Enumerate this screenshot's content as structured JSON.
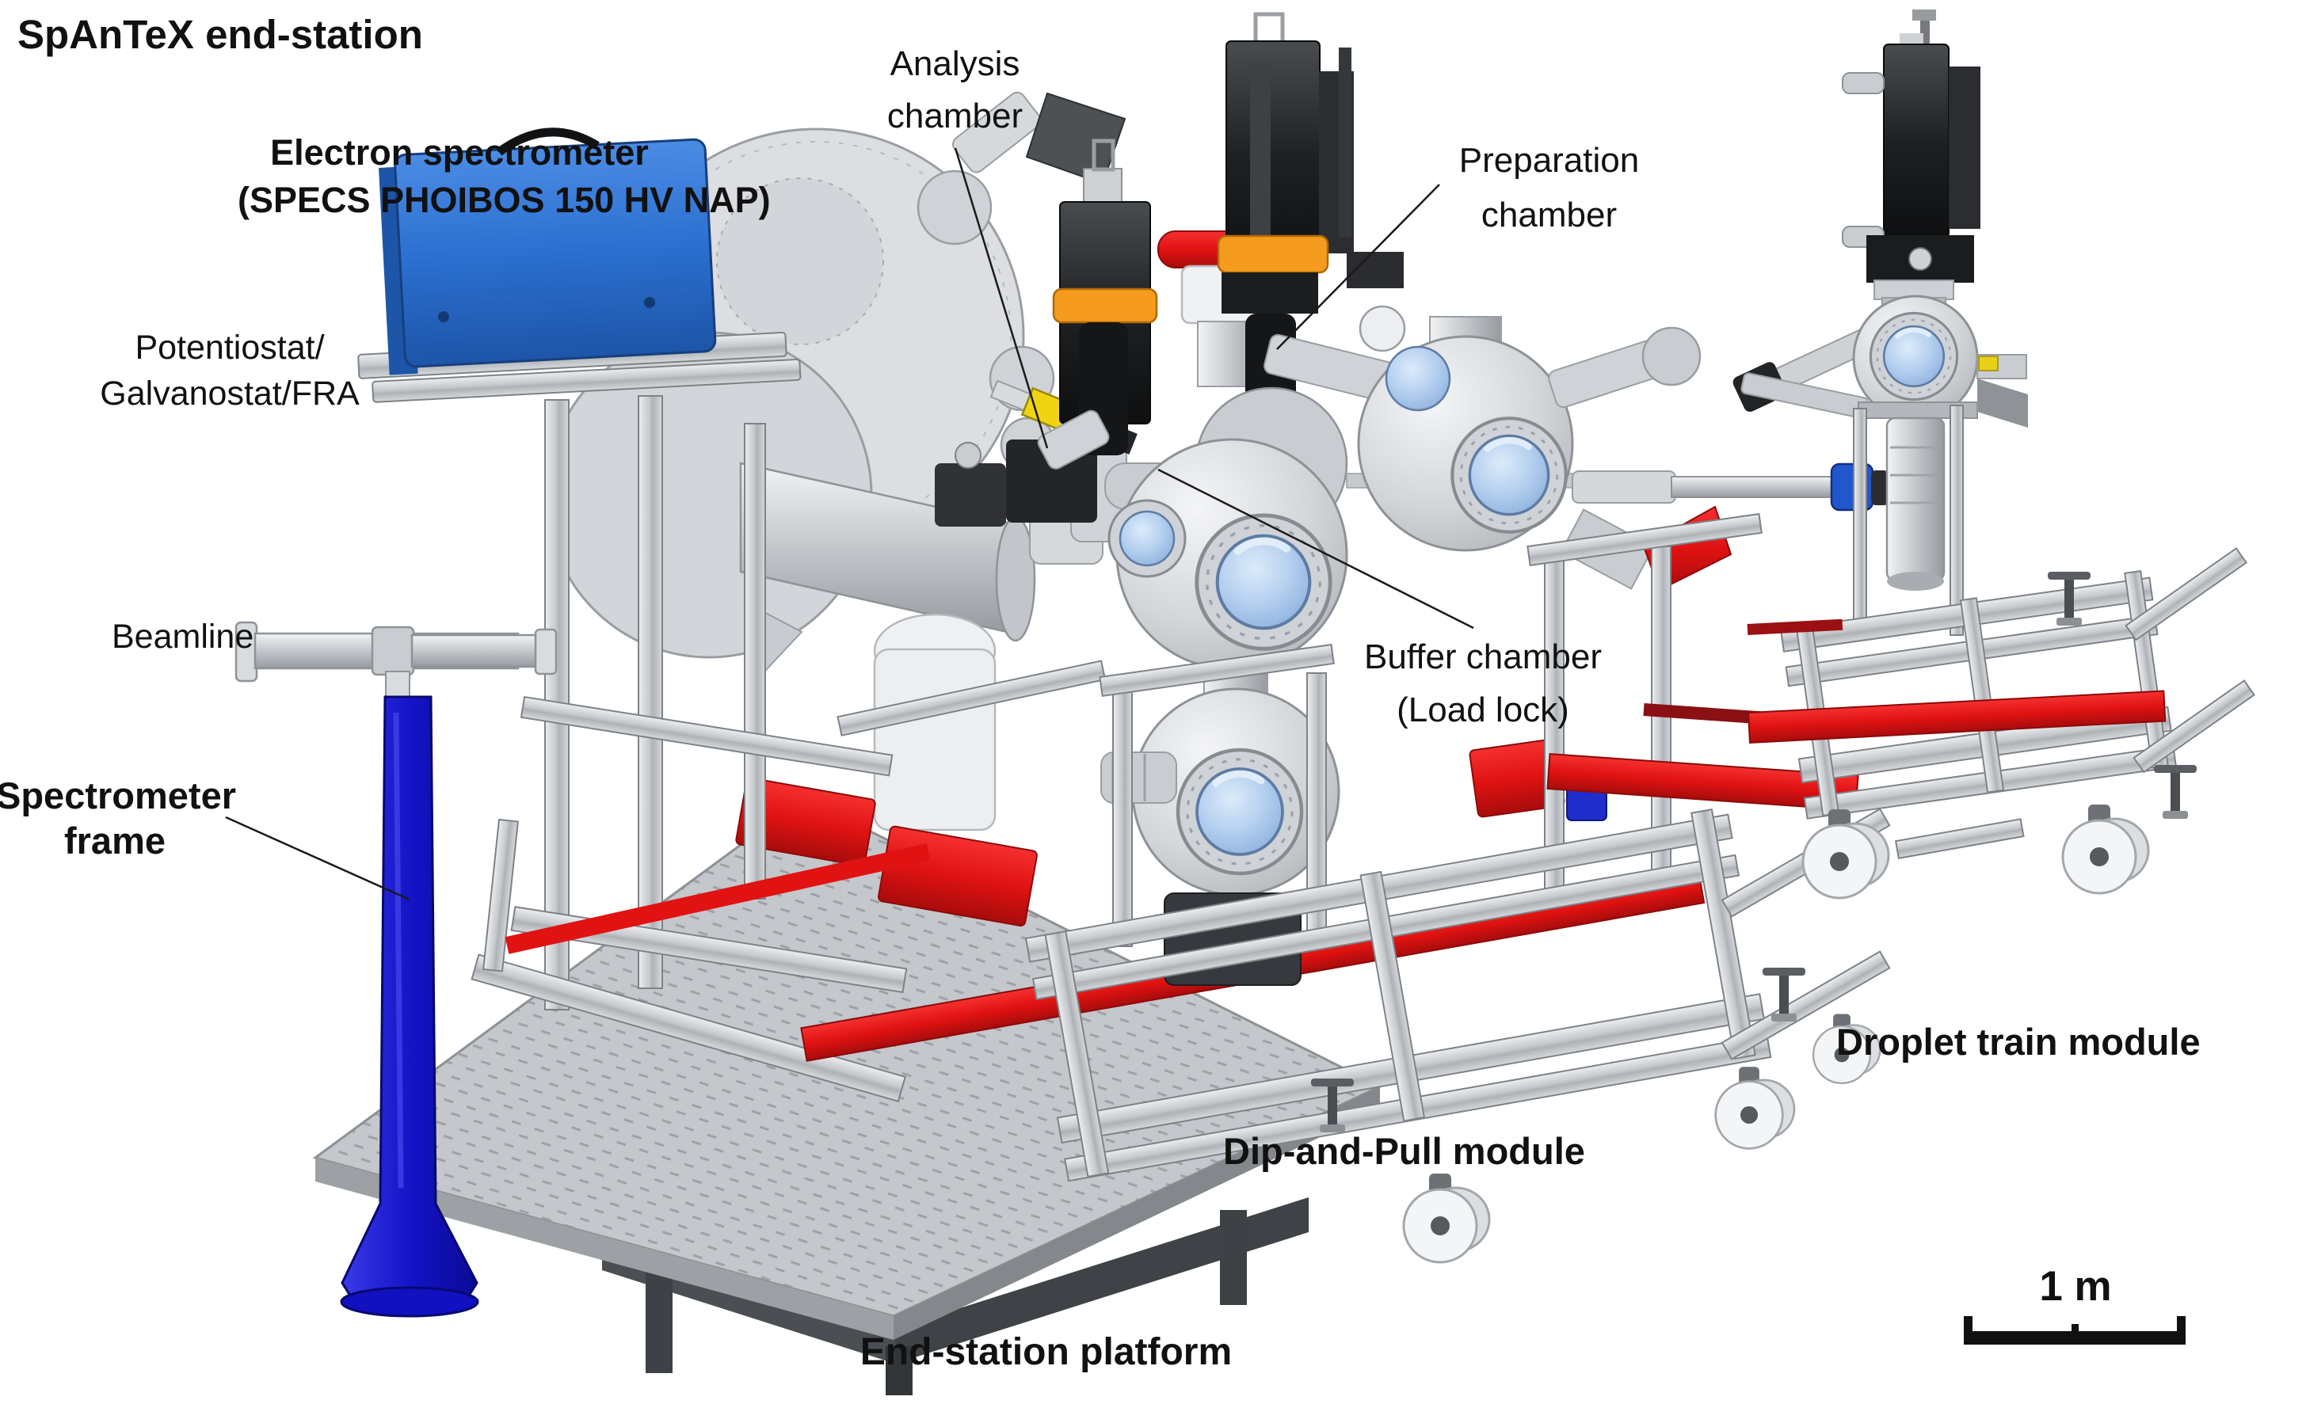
{
  "title": "SpAnTeX end-station",
  "labels": {
    "electron_spectrometer": {
      "line1": "Electron spectrometer",
      "line2": "(SPECS PHOIBOS 150 HV NAP)"
    },
    "potentiostat": {
      "line1": "Potentiostat/",
      "line2": "Galvanostat/FRA"
    },
    "beamline": {
      "line1": "Beamline"
    },
    "spectrometer_frame": {
      "line1": "Spectrometer",
      "line2": "frame"
    },
    "analysis_chamber": {
      "line1": "Analysis",
      "line2": "chamber"
    },
    "preparation_chamber": {
      "line1": "Preparation",
      "line2": "chamber"
    },
    "buffer_chamber": {
      "line1": "Buffer chamber",
      "line2": "(Load lock)"
    },
    "dip_and_pull_module": {
      "line1": "Dip-and-Pull module"
    },
    "droplet_train_module": {
      "line1": "Droplet train module"
    },
    "end_station_platform": {
      "line1": "End-station platform"
    }
  },
  "scale_bar": {
    "label": "1 m"
  },
  "colors": {
    "potentiostat_blue": "#2B6FD0",
    "beam_support_blue": "#1414C8",
    "accent_red": "#E01212",
    "manipulator_orange": "#F59B1E",
    "viewport_blue": "#9FC1E8",
    "label_text": "#111111"
  }
}
